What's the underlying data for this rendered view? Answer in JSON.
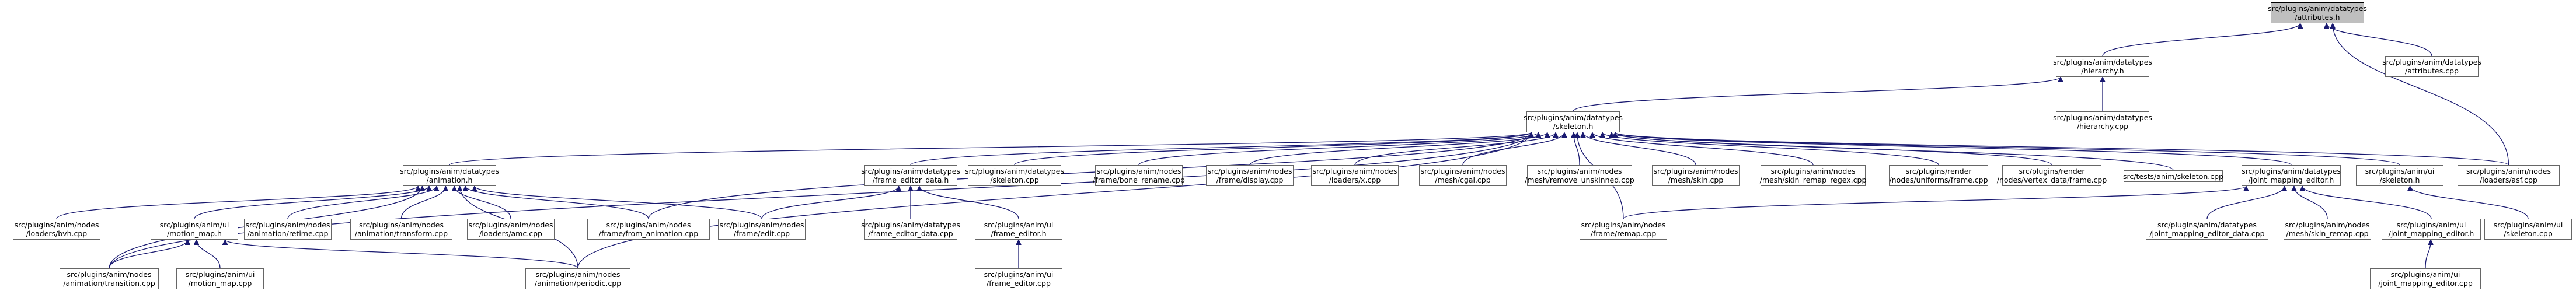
{
  "graph": {
    "nodes": [
      {
        "id": "attributes_h",
        "lines": [
          "src/plugins/anim/datatypes",
          "/attributes.h"
        ],
        "root": true
      },
      {
        "id": "hierarchy_h",
        "lines": [
          "src/plugins/anim/datatypes",
          "/hierarchy.h"
        ]
      },
      {
        "id": "attributes_cpp",
        "lines": [
          "src/plugins/anim/datatypes",
          "/attributes.cpp"
        ]
      },
      {
        "id": "skeleton_h",
        "lines": [
          "src/plugins/anim/datatypes",
          "/skeleton.h"
        ]
      },
      {
        "id": "hierarchy_cpp",
        "lines": [
          "src/plugins/anim/datatypes",
          "/hierarchy.cpp"
        ]
      },
      {
        "id": "animation_h",
        "lines": [
          "src/plugins/anim/datatypes",
          "/animation.h"
        ]
      },
      {
        "id": "frame_editor_data_h",
        "lines": [
          "src/plugins/anim/datatypes",
          "/frame_editor_data.h"
        ]
      },
      {
        "id": "skeleton_cpp",
        "lines": [
          "src/plugins/anim/datatypes",
          "/skeleton.cpp"
        ]
      },
      {
        "id": "bone_rename",
        "lines": [
          "src/plugins/anim/nodes",
          "/frame/bone_rename.cpp"
        ]
      },
      {
        "id": "frame_display",
        "lines": [
          "src/plugins/anim/nodes",
          "/frame/display.cpp"
        ]
      },
      {
        "id": "loaders_x",
        "lines": [
          "src/plugins/anim/nodes",
          "/loaders/x.cpp"
        ]
      },
      {
        "id": "mesh_cgal",
        "lines": [
          "src/plugins/anim/nodes",
          "/mesh/cgal.cpp"
        ]
      },
      {
        "id": "remove_unskinned",
        "lines": [
          "src/plugins/anim/nodes",
          "/mesh/remove_unskinned.cpp"
        ]
      },
      {
        "id": "mesh_skin",
        "lines": [
          "src/plugins/anim/nodes",
          "/mesh/skin.cpp"
        ]
      },
      {
        "id": "skin_remap_regex",
        "lines": [
          "src/plugins/anim/nodes",
          "/mesh/skin_remap_regex.cpp"
        ]
      },
      {
        "id": "uniforms_frame",
        "lines": [
          "src/plugins/render",
          "/nodes/uniforms/frame.cpp"
        ]
      },
      {
        "id": "vertex_data_frame",
        "lines": [
          "src/plugins/render",
          "/nodes/vertex_data/frame.cpp"
        ]
      },
      {
        "id": "tests_anim_skeleton",
        "lines": [
          "src/tests/anim/skeleton.cpp"
        ]
      },
      {
        "id": "joint_mapping_editor_h",
        "lines": [
          "src/plugins/anim/datatypes",
          "/joint_mapping_editor.h"
        ]
      },
      {
        "id": "ui_skeleton_h",
        "lines": [
          "src/plugins/anim/ui",
          "/skeleton.h"
        ]
      },
      {
        "id": "loaders_asf",
        "lines": [
          "src/plugins/anim/nodes",
          "/loaders/asf.cpp"
        ]
      },
      {
        "id": "loaders_bvh",
        "lines": [
          "src/plugins/anim/nodes",
          "/loaders/bvh.cpp"
        ]
      },
      {
        "id": "motion_map_h",
        "lines": [
          "src/plugins/anim/ui",
          "/motion_map.h"
        ]
      },
      {
        "id": "anim_retime",
        "lines": [
          "src/plugins/anim/nodes",
          "/animation/retime.cpp"
        ]
      },
      {
        "id": "anim_transform",
        "lines": [
          "src/plugins/anim/nodes",
          "/animation/transform.cpp"
        ]
      },
      {
        "id": "loaders_amc",
        "lines": [
          "src/plugins/anim/nodes",
          "/loaders/amc.cpp"
        ]
      },
      {
        "id": "from_animation",
        "lines": [
          "src/plugins/anim/nodes",
          "/frame/from_animation.cpp"
        ]
      },
      {
        "id": "frame_edit",
        "lines": [
          "src/plugins/anim/nodes",
          "/frame/edit.cpp"
        ]
      },
      {
        "id": "frame_editor_data_cpp",
        "lines": [
          "src/plugins/anim/datatypes",
          "/frame_editor_data.cpp"
        ]
      },
      {
        "id": "frame_editor_h",
        "lines": [
          "src/plugins/anim/ui",
          "/frame_editor.h"
        ]
      },
      {
        "id": "frame_remap",
        "lines": [
          "src/plugins/anim/nodes",
          "/frame/remap.cpp"
        ]
      },
      {
        "id": "joint_mapping_editor_data_cpp",
        "lines": [
          "src/plugins/anim/datatypes",
          "/joint_mapping_editor_data.cpp"
        ]
      },
      {
        "id": "skin_remap",
        "lines": [
          "src/plugins/anim/nodes",
          "/mesh/skin_remap.cpp"
        ]
      },
      {
        "id": "ui_joint_mapping_editor_h",
        "lines": [
          "src/plugins/anim/ui",
          "/joint_mapping_editor.h"
        ]
      },
      {
        "id": "ui_skeleton_cpp",
        "lines": [
          "src/plugins/anim/ui",
          "/skeleton.cpp"
        ]
      },
      {
        "id": "anim_transition",
        "lines": [
          "src/plugins/anim/nodes",
          "/animation/transition.cpp"
        ]
      },
      {
        "id": "motion_map_cpp",
        "lines": [
          "src/plugins/anim/ui",
          "/motion_map.cpp"
        ]
      },
      {
        "id": "anim_periodic",
        "lines": [
          "src/plugins/anim/nodes",
          "/animation/periodic.cpp"
        ]
      },
      {
        "id": "frame_editor_cpp",
        "lines": [
          "src/plugins/anim/ui",
          "/frame_editor.cpp"
        ]
      },
      {
        "id": "ui_joint_mapping_editor_cpp",
        "lines": [
          "src/plugins/anim/ui",
          "/joint_mapping_editor.cpp"
        ]
      }
    ],
    "edges": [
      [
        "hierarchy_h",
        "attributes_h"
      ],
      [
        "attributes_cpp",
        "attributes_h"
      ],
      [
        "loaders_asf",
        "attributes_h"
      ],
      [
        "skeleton_h",
        "hierarchy_h"
      ],
      [
        "hierarchy_cpp",
        "hierarchy_h"
      ],
      [
        "animation_h",
        "skeleton_h"
      ],
      [
        "frame_editor_data_h",
        "skeleton_h"
      ],
      [
        "skeleton_cpp",
        "skeleton_h"
      ],
      [
        "bone_rename",
        "skeleton_h"
      ],
      [
        "frame_display",
        "skeleton_h"
      ],
      [
        "loaders_x",
        "skeleton_h"
      ],
      [
        "mesh_cgal",
        "skeleton_h"
      ],
      [
        "remove_unskinned",
        "skeleton_h"
      ],
      [
        "mesh_skin",
        "skeleton_h"
      ],
      [
        "skin_remap_regex",
        "skeleton_h"
      ],
      [
        "uniforms_frame",
        "skeleton_h"
      ],
      [
        "vertex_data_frame",
        "skeleton_h"
      ],
      [
        "tests_anim_skeleton",
        "skeleton_h"
      ],
      [
        "joint_mapping_editor_h",
        "skeleton_h"
      ],
      [
        "ui_skeleton_h",
        "skeleton_h"
      ],
      [
        "loaders_asf",
        "skeleton_h"
      ],
      [
        "from_animation",
        "skeleton_h"
      ],
      [
        "frame_remap",
        "skeleton_h"
      ],
      [
        "anim_transition",
        "skeleton_h"
      ],
      [
        "anim_periodic",
        "skeleton_h"
      ],
      [
        "loaders_bvh",
        "animation_h"
      ],
      [
        "motion_map_h",
        "animation_h"
      ],
      [
        "anim_retime",
        "animation_h"
      ],
      [
        "anim_transform",
        "animation_h"
      ],
      [
        "loaders_amc",
        "animation_h"
      ],
      [
        "from_animation",
        "animation_h"
      ],
      [
        "frame_edit",
        "animation_h"
      ],
      [
        "anim_transition",
        "animation_h"
      ],
      [
        "anim_periodic",
        "animation_h"
      ],
      [
        "frame_edit",
        "frame_editor_data_h"
      ],
      [
        "frame_editor_data_cpp",
        "frame_editor_data_h"
      ],
      [
        "frame_editor_h",
        "frame_editor_data_h"
      ],
      [
        "frame_editor_cpp",
        "frame_editor_h"
      ],
      [
        "frame_remap",
        "joint_mapping_editor_h"
      ],
      [
        "joint_mapping_editor_data_cpp",
        "joint_mapping_editor_h"
      ],
      [
        "skin_remap",
        "joint_mapping_editor_h"
      ],
      [
        "ui_joint_mapping_editor_h",
        "joint_mapping_editor_h"
      ],
      [
        "ui_joint_mapping_editor_cpp",
        "ui_joint_mapping_editor_h"
      ],
      [
        "ui_skeleton_cpp",
        "ui_skeleton_h"
      ],
      [
        "anim_transition",
        "motion_map_h"
      ],
      [
        "motion_map_cpp",
        "motion_map_h"
      ],
      [
        "anim_periodic",
        "motion_map_h"
      ]
    ]
  }
}
